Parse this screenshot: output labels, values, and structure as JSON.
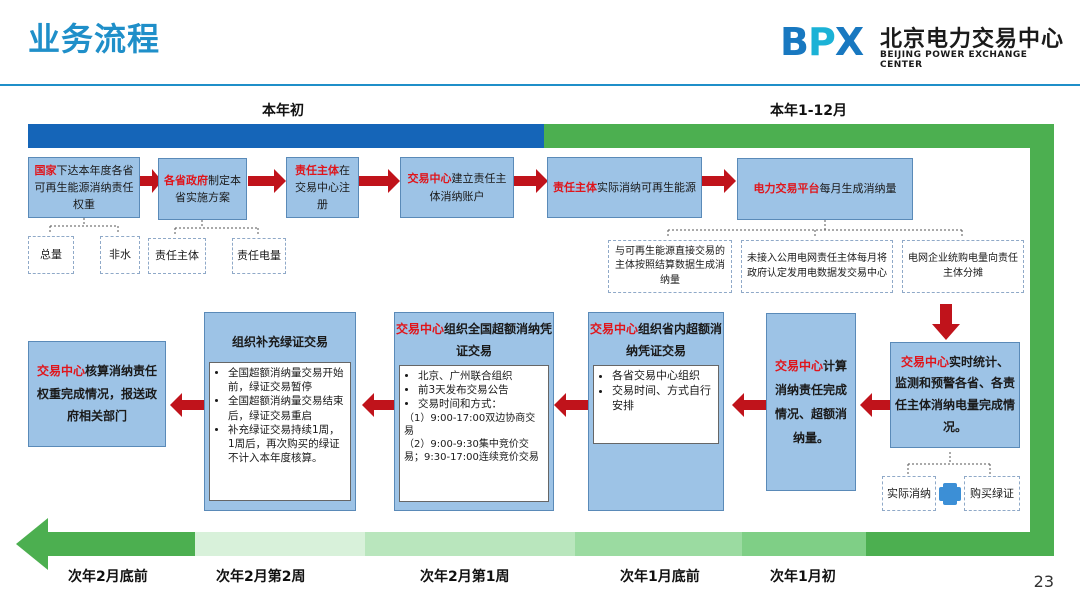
{
  "header": {
    "title": "业务流程",
    "logo_mark": "BPX",
    "logo_cn": "北京电力交易中心",
    "logo_en": "BEIJING POWER EXCHANGE CENTER"
  },
  "phases": {
    "start": "本年初",
    "year": "本年1-12月"
  },
  "top_row": [
    {
      "red": "国家",
      "text": "下达本年度各省可再生能源消纳责任权重"
    },
    {
      "red": "各省政府",
      "text": "制定本省实施方案"
    },
    {
      "red": "责任主体",
      "text": "在交易中心注册"
    },
    {
      "red": "交易中心",
      "text": "建立责任主体消纳账户"
    },
    {
      "red": "责任主体",
      "text": "实际消纳可再生能源"
    },
    {
      "red": "电力交易平台",
      "text": "每月生成消纳量"
    }
  ],
  "sub_boxes": {
    "zongliang": "总量",
    "feishui": "非水",
    "zerenzhuti": "责任主体",
    "zerendianliang": "责任电量",
    "note1": "与可再生能源直接交易的主体按照结算数据生成消纳量",
    "note2": "未接入公用电网责任主体每月将政府认定发用电数据发交易中心",
    "note3": "电网企业统购电量向责任主体分摊",
    "actual": "实际消纳",
    "buy": "购买绿证"
  },
  "bottom_row": {
    "box1": {
      "red": "交易中心",
      "text": "核算消纳责任权重完成情况，报送政府相关部门"
    },
    "box2": {
      "title": "组织补充绿证交易",
      "items": [
        "全国超额消纳量交易开始前，绿证交易暂停",
        "全国超额消纳量交易结束后，绿证交易重启",
        "补充绿证交易持续1周，1周后，再次购买的绿证不计入本年度核算。"
      ]
    },
    "box3": {
      "red": "交易中心",
      "title": "组织全国超额消纳凭证交易",
      "items": [
        "北京、广州联合组织",
        "前3天发布交易公告",
        "交易时间和方式："
      ],
      "detail": "（1）9:00-17:00双边协商交易\n（2）9:00-9:30集中竞价交易；9:30-17:00连续竞价交易"
    },
    "box4": {
      "red": "交易中心",
      "title": "组织省内超额消纳凭证交易",
      "items": [
        "各省交易中心组织",
        "交易时间、方式自行安排"
      ]
    },
    "box5": {
      "red": "交易中心",
      "text": "计算消纳责任完成情况、超额消纳量。"
    },
    "box6": {
      "red": "交易中心",
      "text": "实时统计、监测和预警各省、各责任主体消纳电量完成情况。"
    }
  },
  "timeline": [
    "次年2月底前",
    "次年2月第2周",
    "次年2月第1周",
    "次年1月底前",
    "次年1月初"
  ],
  "page_number": "23",
  "colors": {
    "blue": "#1565b8",
    "green": "#4caf50",
    "red": "#c0131b",
    "box": "#9dc3e6"
  }
}
